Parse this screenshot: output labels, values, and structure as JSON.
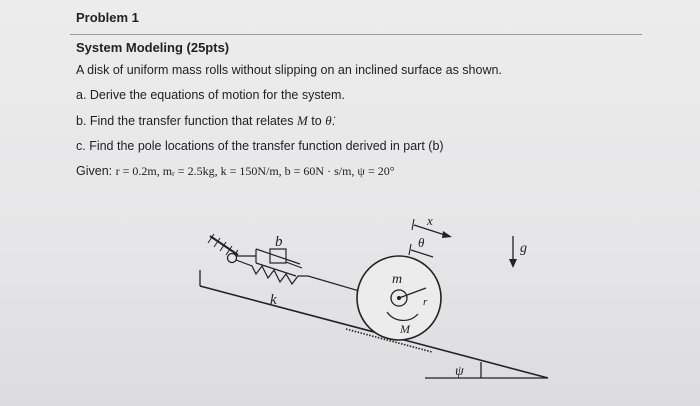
{
  "problem": {
    "title": "Problem 1",
    "subtitle": "System Modeling (25pts)",
    "intro": "A disk of uniform mass rolls without slipping on an inclined surface as shown.",
    "part_a": "a. Derive the equations of motion for the system.",
    "part_b_prefix": "b. Find the transfer function that relates ",
    "part_b_from": "M",
    "part_b_to_word": " to ",
    "part_b_to": "θ̇",
    "part_b_suffix": ".",
    "part_c": "c. Find the pole locations of the transfer function derived in part (b)",
    "given_label": "Given: ",
    "given_values": "r = 0.2m, mᵣ = 2.5kg, k = 150N/m, b = 60N · s/m, ψ = 20°"
  },
  "diagram": {
    "label_b": "b",
    "label_k": "k",
    "label_x": "x",
    "label_theta": "θ",
    "label_m": "m",
    "label_r": "r",
    "label_M": "M",
    "label_g": "g",
    "label_psi": "ψ"
  }
}
